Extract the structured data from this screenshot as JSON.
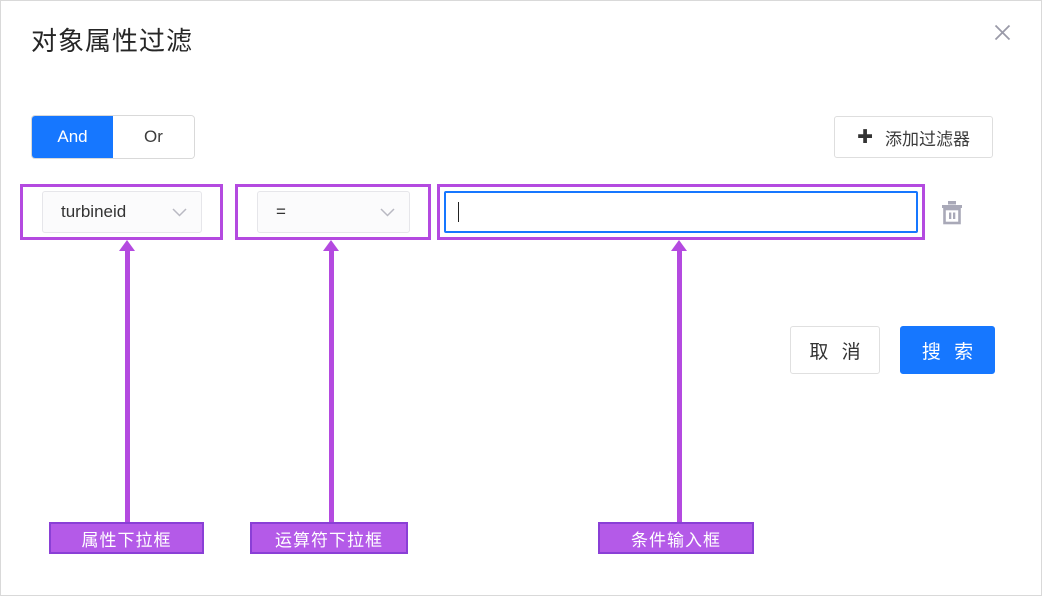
{
  "dialog": {
    "title": "对象属性过滤",
    "close_icon": "close-icon"
  },
  "logic_toggle": {
    "options": [
      {
        "label": "And",
        "selected": true
      },
      {
        "label": "Or",
        "selected": false
      }
    ]
  },
  "add_filter": {
    "label": "添加过滤器",
    "icon": "plus-icon"
  },
  "filter_row": {
    "attribute": {
      "value": "turbineid",
      "chevron": "chevron-down-icon"
    },
    "operator": {
      "value": "=",
      "chevron": "chevron-down-icon"
    },
    "condition": {
      "value": "",
      "placeholder": ""
    },
    "delete_icon": "trash-icon"
  },
  "footer": {
    "cancel_label": "取 消",
    "search_label": "搜 索"
  },
  "annotations": [
    {
      "label": "属性下拉框"
    },
    {
      "label": "运算符下拉框"
    },
    {
      "label": "条件输入框"
    }
  ],
  "colors": {
    "primary": "#1677ff",
    "annotation": "#b44ae0",
    "annotation_fill": "#b45ae8",
    "border": "#d9d9d9"
  }
}
